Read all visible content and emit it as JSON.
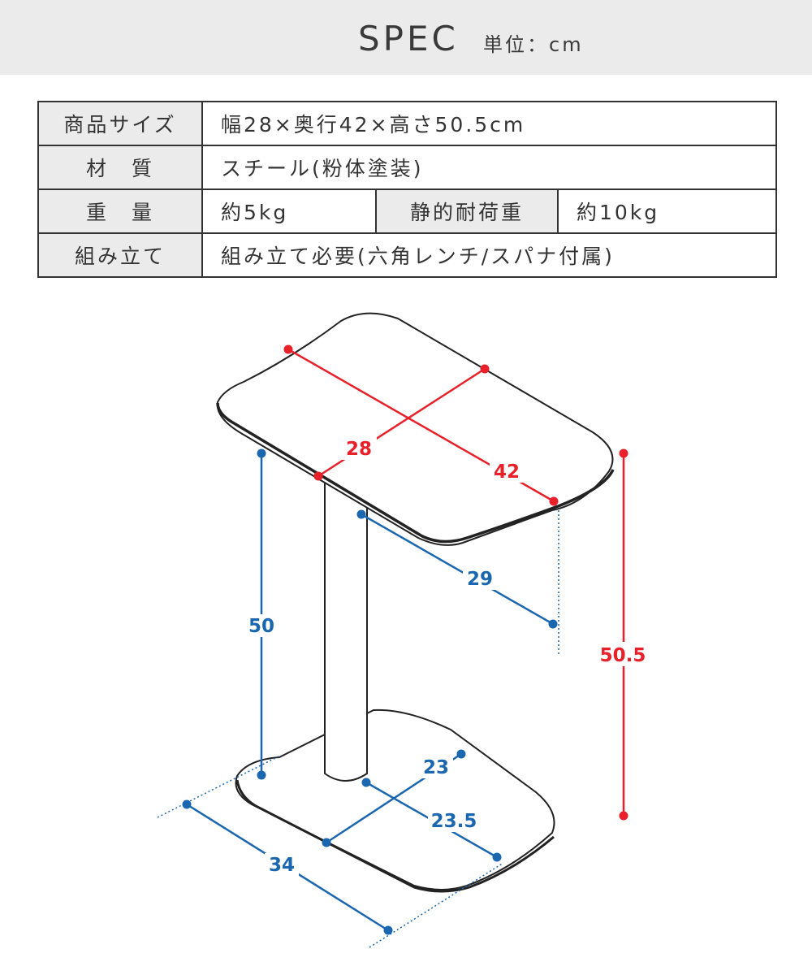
{
  "header": {
    "title": "SPEC",
    "unit": "単位：cm"
  },
  "spec": {
    "size_label": "商品サイズ",
    "size_value": "幅28×奥行42×高さ50.5cm",
    "material_label": "材　質",
    "material_value": "スチール(粉体塗装)",
    "weight_label": "重　量",
    "weight_value": "約5kg",
    "load_label": "静的耐荷重",
    "load_value": "約10kg",
    "assembly_label": "組み立て",
    "assembly_value": "組み立て必要(六角レンチ/スパナ付属)"
  },
  "diagram": {
    "colors": {
      "red": "#e8202a",
      "blue": "#1a67b0",
      "outline": "#222222"
    },
    "dimensions": {
      "top_width": "28",
      "top_depth": "42",
      "total_height": "50.5",
      "column_height": "50",
      "top_offset": "29",
      "base_width": "23",
      "base_depth": "23.5",
      "base_length": "34"
    }
  }
}
